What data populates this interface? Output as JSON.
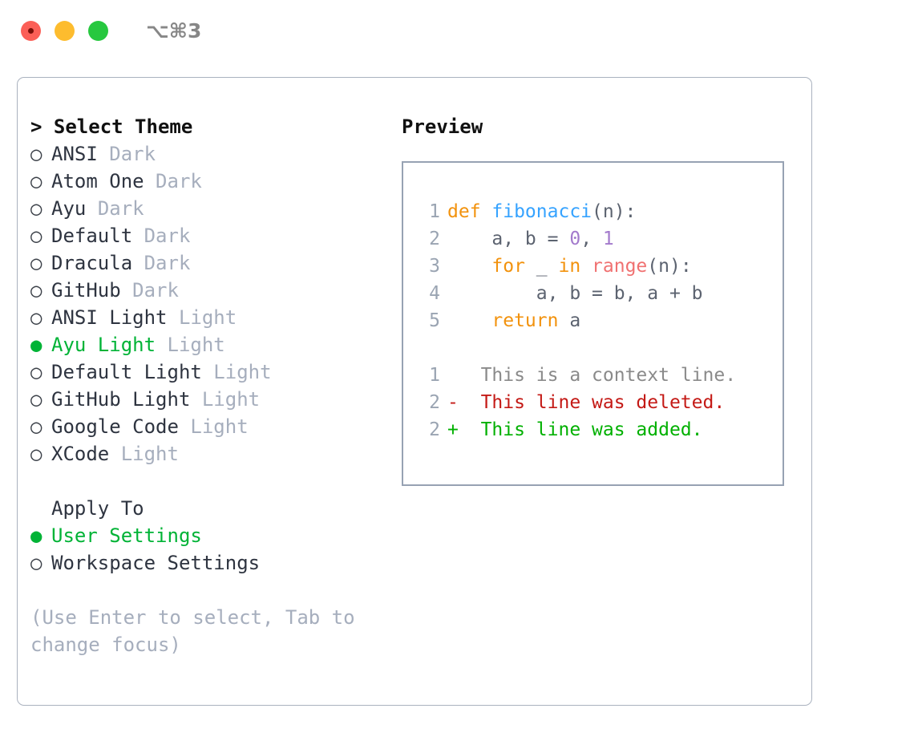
{
  "titlebar": {
    "shortcut": "⌥⌘3",
    "controls": [
      "close",
      "minimize",
      "zoom"
    ]
  },
  "theme_panel": {
    "header": {
      "caret": ">",
      "title": "Select Theme"
    },
    "items": [
      {
        "bullet": "○",
        "label": "ANSI",
        "tag": "Dark",
        "selected": false
      },
      {
        "bullet": "○",
        "label": "Atom One",
        "tag": "Dark",
        "selected": false
      },
      {
        "bullet": "○",
        "label": "Ayu",
        "tag": "Dark",
        "selected": false
      },
      {
        "bullet": "○",
        "label": "Default",
        "tag": "Dark",
        "selected": false
      },
      {
        "bullet": "○",
        "label": "Dracula",
        "tag": "Dark",
        "selected": false
      },
      {
        "bullet": "○",
        "label": "GitHub",
        "tag": "Dark",
        "selected": false
      },
      {
        "bullet": "○",
        "label": "ANSI Light",
        "tag": "Light",
        "selected": false
      },
      {
        "bullet": "●",
        "label": "Ayu Light",
        "tag": "Light",
        "selected": true
      },
      {
        "bullet": "○",
        "label": "Default Light",
        "tag": "Light",
        "selected": false
      },
      {
        "bullet": "○",
        "label": "GitHub Light",
        "tag": "Light",
        "selected": false
      },
      {
        "bullet": "○",
        "label": "Google Code",
        "tag": "Light",
        "selected": false
      },
      {
        "bullet": "○",
        "label": "XCode",
        "tag": "Light",
        "selected": false
      }
    ]
  },
  "apply_to": {
    "header": "Apply To",
    "items": [
      {
        "bullet": "●",
        "label": "User Settings",
        "selected": true
      },
      {
        "bullet": "○",
        "label": "Workspace Settings",
        "selected": false
      }
    ]
  },
  "hint": "(Use Enter to select, Tab to change focus)",
  "preview": {
    "header": "Preview",
    "code_lines": [
      {
        "number": "1",
        "tokens": [
          {
            "text": "def ",
            "type": "kw"
          },
          {
            "text": "fibonacci",
            "type": "fn"
          },
          {
            "text": "(n):",
            "type": "pl"
          }
        ]
      },
      {
        "number": "2",
        "tokens": [
          {
            "text": "    a, b = ",
            "type": "pl"
          },
          {
            "text": "0",
            "type": "num"
          },
          {
            "text": ", ",
            "type": "pl"
          },
          {
            "text": "1",
            "type": "num"
          }
        ]
      },
      {
        "number": "3",
        "tokens": [
          {
            "text": "    for",
            "type": "kw"
          },
          {
            "text": " _ ",
            "type": "pl"
          },
          {
            "text": "in",
            "type": "kw"
          },
          {
            "text": " ",
            "type": "pl"
          },
          {
            "text": "range",
            "type": "bi"
          },
          {
            "text": "(n):",
            "type": "pl"
          }
        ]
      },
      {
        "number": "4",
        "tokens": [
          {
            "text": "        a, b = b, a + b",
            "type": "pl"
          }
        ]
      },
      {
        "number": "5",
        "tokens": [
          {
            "text": "    return",
            "type": "kw"
          },
          {
            "text": " a",
            "type": "pl"
          }
        ]
      }
    ],
    "diff_lines": [
      {
        "number": "1",
        "marker": " ",
        "text": "This is a context line.",
        "type": "ctx"
      },
      {
        "number": "2",
        "marker": "-",
        "text": "This line was deleted.",
        "type": "del"
      },
      {
        "number": "2",
        "marker": "+",
        "text": "This line was added.",
        "type": "add"
      }
    ]
  },
  "colors": {
    "accent_green": "#00b336",
    "muted": "#a6aebd",
    "border": "#aab2bf",
    "preview_border": "#97a2b3",
    "keyword": "#f2920d",
    "function": "#36a3ff",
    "number": "#a37acc",
    "builtin": "#f07171",
    "diff_add": "#00b000",
    "diff_del": "#c41a16",
    "diff_ctx": "#8a8a8a"
  }
}
